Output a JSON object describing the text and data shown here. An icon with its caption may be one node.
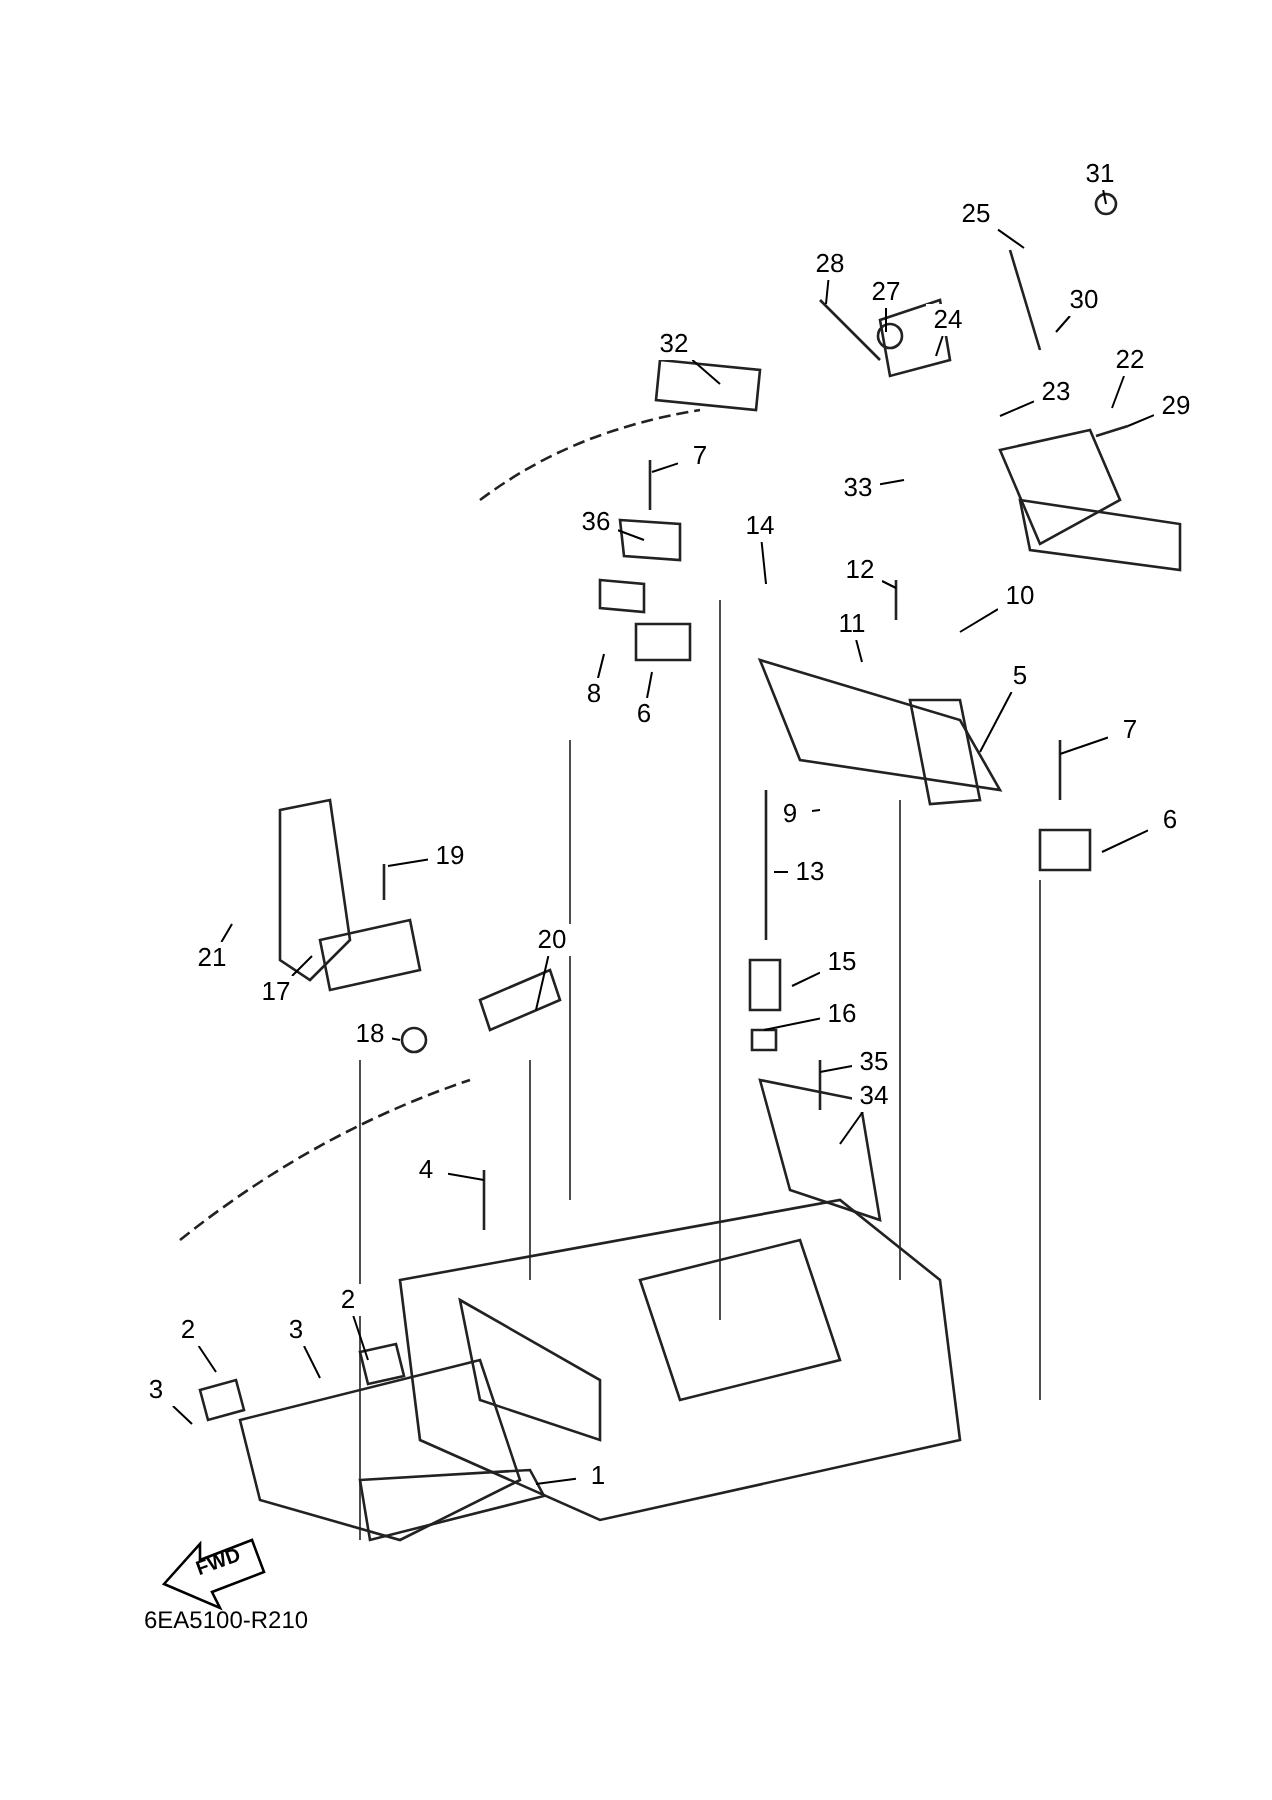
{
  "diagram": {
    "nodes": [
      {
        "text": [
          "31"
        ]
      },
      {
        "text": [
          "25"
        ]
      },
      {
        "text": [
          "28"
        ]
      },
      {
        "text": [
          "27"
        ]
      },
      {
        "text": [
          "24"
        ]
      },
      {
        "text": [
          "30"
        ]
      },
      {
        "text": [
          "32"
        ]
      },
      {
        "text": [
          "23"
        ]
      },
      {
        "text": [
          "22"
        ]
      },
      {
        "text": [
          "29"
        ]
      },
      {
        "text": [
          "7"
        ]
      },
      {
        "text": [
          "33"
        ]
      },
      {
        "text": [
          "36"
        ]
      },
      {
        "text": [
          "14"
        ]
      },
      {
        "text": [
          "12"
        ]
      },
      {
        "text": [
          "10"
        ]
      },
      {
        "text": [
          "11"
        ]
      },
      {
        "text": [
          "8"
        ]
      },
      {
        "text": [
          "6"
        ]
      },
      {
        "text": [
          "5"
        ]
      },
      {
        "text": [
          "7"
        ]
      },
      {
        "text": [
          "9"
        ]
      },
      {
        "text": [
          "6"
        ]
      },
      {
        "text": [
          "19"
        ]
      },
      {
        "text": [
          "13"
        ]
      },
      {
        "text": [
          "20"
        ]
      },
      {
        "text": [
          "21"
        ]
      },
      {
        "text": [
          "17"
        ]
      },
      {
        "text": [
          "18"
        ]
      },
      {
        "text": [
          "15"
        ]
      },
      {
        "text": [
          "16"
        ]
      },
      {
        "text": [
          "35"
        ]
      },
      {
        "text": [
          "34"
        ]
      },
      {
        "text": [
          "4"
        ]
      },
      {
        "text": [
          "2"
        ]
      },
      {
        "text": [
          "2"
        ]
      },
      {
        "text": [
          "3"
        ]
      },
      {
        "text": [
          "3"
        ]
      },
      {
        "text": [
          "1"
        ]
      }
    ],
    "edges": [
      {
        "from": 0,
        "to": null,
        "arrow": "none"
      },
      {
        "from": 1,
        "to": null,
        "arrow": "none"
      },
      {
        "from": 2,
        "to": null,
        "arrow": "none"
      },
      {
        "from": 3,
        "to": null,
        "arrow": "none"
      },
      {
        "from": 4,
        "to": null,
        "arrow": "none"
      },
      {
        "from": 5,
        "to": null,
        "arrow": "none"
      },
      {
        "from": 6,
        "to": null,
        "arrow": "none"
      },
      {
        "from": 7,
        "to": null,
        "arrow": "none"
      },
      {
        "from": 8,
        "to": null,
        "arrow": "none"
      },
      {
        "from": 9,
        "to": null,
        "arrow": "none"
      },
      {
        "from": 10,
        "to": null,
        "arrow": "none"
      },
      {
        "from": 11,
        "to": null,
        "arrow": "none"
      },
      {
        "from": 12,
        "to": null,
        "arrow": "none"
      },
      {
        "from": 13,
        "to": null,
        "arrow": "none"
      },
      {
        "from": 14,
        "to": null,
        "arrow": "none"
      },
      {
        "from": 15,
        "to": null,
        "arrow": "none"
      },
      {
        "from": 16,
        "to": null,
        "arrow": "none"
      },
      {
        "from": 17,
        "to": null,
        "arrow": "none"
      },
      {
        "from": 18,
        "to": null,
        "arrow": "none"
      },
      {
        "from": 19,
        "to": null,
        "arrow": "none"
      },
      {
        "from": 20,
        "to": null,
        "arrow": "none"
      },
      {
        "from": 21,
        "to": null,
        "arrow": "none"
      },
      {
        "from": 22,
        "to": null,
        "arrow": "none"
      },
      {
        "from": 23,
        "to": null,
        "arrow": "none"
      },
      {
        "from": 24,
        "to": null,
        "arrow": "none"
      },
      {
        "from": 25,
        "to": null,
        "arrow": "none"
      },
      {
        "from": 26,
        "to": null,
        "arrow": "none"
      },
      {
        "from": 27,
        "to": null,
        "arrow": "none"
      },
      {
        "from": 28,
        "to": null,
        "arrow": "none"
      },
      {
        "from": 29,
        "to": null,
        "arrow": "none"
      },
      {
        "from": 30,
        "to": null,
        "arrow": "none"
      },
      {
        "from": 31,
        "to": null,
        "arrow": "none"
      },
      {
        "from": 32,
        "to": null,
        "arrow": "none"
      },
      {
        "from": 33,
        "to": null,
        "arrow": "none"
      },
      {
        "from": 34,
        "to": null,
        "arrow": "none"
      },
      {
        "from": 35,
        "to": null,
        "arrow": "none"
      },
      {
        "from": 36,
        "to": null,
        "arrow": "none"
      },
      {
        "from": 37,
        "to": null,
        "arrow": "none"
      },
      {
        "from": 38,
        "to": null,
        "arrow": "none"
      }
    ],
    "labels": [
      "FWD",
      "6EA5100-R210"
    ]
  }
}
